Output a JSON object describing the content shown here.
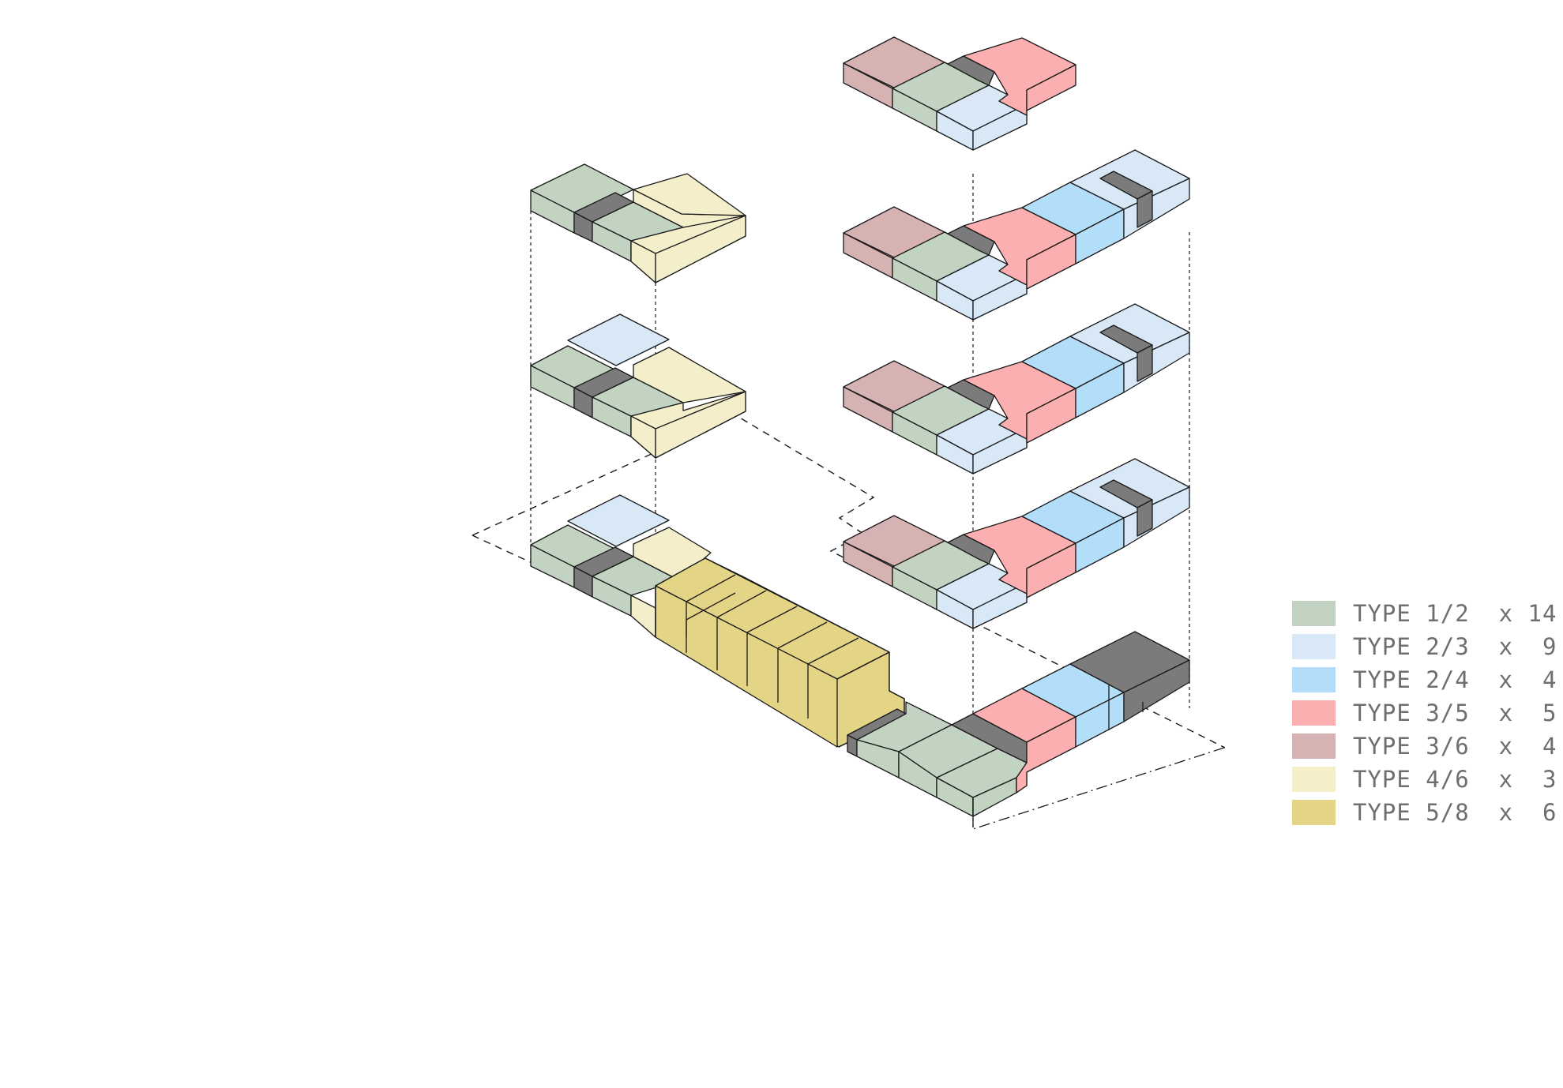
{
  "colors": {
    "t12": "#c2d3c2",
    "t23": "#d8e8f7",
    "t24": "#b3def9",
    "t35": "#fcafb0",
    "t36": "#d7b2b2",
    "t46": "#f4eecb",
    "t58": "#e4d485",
    "core": "#7b7b7b",
    "line": "#1a1a1a"
  },
  "legend": [
    {
      "type": "TYPE 1/2",
      "count": "14",
      "color_key": "t12"
    },
    {
      "type": "TYPE 2/3",
      "count": "9",
      "color_key": "t23"
    },
    {
      "type": "TYPE 2/4",
      "count": "4",
      "color_key": "t24"
    },
    {
      "type": "TYPE 3/5",
      "count": "5",
      "color_key": "t35"
    },
    {
      "type": "TYPE 3/6",
      "count": "4",
      "color_key": "t36"
    },
    {
      "type": "TYPE 4/6",
      "count": "3",
      "color_key": "t46"
    },
    {
      "type": "TYPE 5/8",
      "count": "6",
      "color_key": "t58"
    }
  ]
}
